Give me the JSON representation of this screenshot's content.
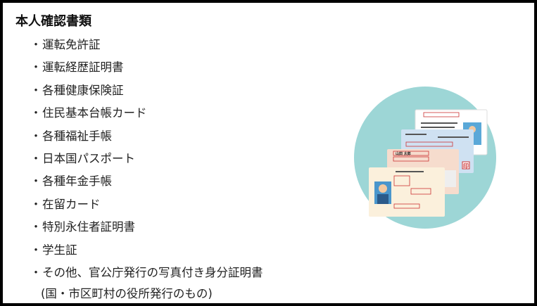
{
  "title": "本人確認書類",
  "bullet": "・",
  "items": [
    "運転免許証",
    "運転経歴証明書",
    "各種健康保険証",
    "住民基本台帳カード",
    "各種福祉手帳",
    "日本国パスポート",
    "各種年金手帳",
    "在留カード",
    "特別永住者証明書",
    "学生証",
    "その他、官公庁発行の写真付き身分証明書"
  ],
  "note": "(国・市区町村の役所発行のもの)",
  "illustration": {
    "icon": "id-cards-illustration",
    "circle_color": "#9dd6d6",
    "name_on_card": "山田 太郎",
    "seal": "印"
  }
}
